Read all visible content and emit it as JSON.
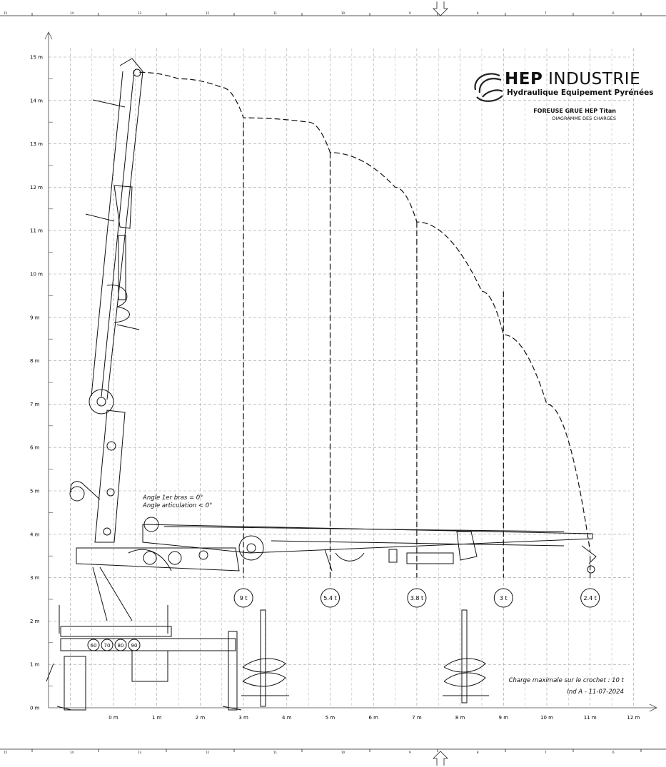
{
  "header": {
    "brand_bold": "HEP",
    "brand_light": "INDUSTRIE",
    "tagline": "Hydraulique Equipement Pyrénées",
    "doc_title": "FOREUSE GRUE HEP Titan",
    "doc_subtitle": "DIAGRAMME DES CHARGES"
  },
  "annotations": {
    "angle_arm": "Angle 1er bras = 0°",
    "angle_articulation": "Angle articulation < 0°",
    "max_load": "Charge maximale sur le crochet : 10 t",
    "revision": "Ind A - 11-07-2024"
  },
  "axes": {
    "x_labels": [
      "0 m",
      "1 m",
      "2 m",
      "3 m",
      "4 m",
      "5 m",
      "6 m",
      "7 m",
      "8 m",
      "9 m",
      "10 m",
      "11 m",
      "12 m"
    ],
    "y_labels": [
      "0 m",
      "1 m",
      "2 m",
      "3 m",
      "4 m",
      "5 m",
      "6 m",
      "7 m",
      "8 m",
      "9 m",
      "10 m",
      "11 m",
      "12 m",
      "13 m",
      "14 m",
      "15 m"
    ]
  },
  "load_points": [
    {
      "label": "9 t",
      "x": 3.0
    },
    {
      "label": "5.4 t",
      "x": 5.0
    },
    {
      "label": "3.8 t",
      "x": 7.0
    },
    {
      "label": "3 t",
      "x": 9.0
    },
    {
      "label": "2.4 t",
      "x": 11.0
    }
  ],
  "envelope": [
    [
      0.6,
      14.65
    ],
    [
      1.5,
      14.5
    ],
    [
      2.5,
      14.3
    ],
    [
      3.0,
      13.6
    ],
    [
      4.5,
      13.5
    ],
    [
      5.0,
      12.8
    ],
    [
      6.5,
      12.0
    ],
    [
      7.0,
      11.2
    ],
    [
      8.5,
      9.6
    ],
    [
      9.0,
      8.6
    ],
    [
      10.0,
      7.0
    ],
    [
      11.0,
      3.6
    ]
  ],
  "boom_weights": [
    "60",
    "70",
    "80",
    "90"
  ],
  "frame_numbers_top": [
    "15",
    "14",
    "13",
    "12",
    "11",
    "10",
    "9",
    "8",
    "7",
    "6"
  ],
  "frame_numbers_bottom": [
    "15",
    "14",
    "13",
    "12",
    "11",
    "10",
    "9",
    "8",
    "7",
    "6"
  ],
  "colors": {
    "grid": "#9a9a9a",
    "line": "#111111"
  }
}
